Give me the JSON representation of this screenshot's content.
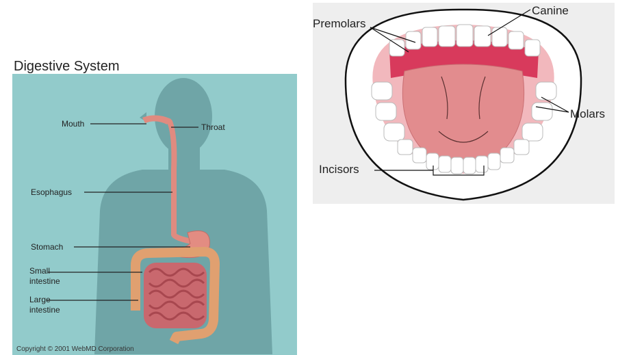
{
  "digestive": {
    "title": "Digestive System",
    "labels": {
      "mouth": "Mouth",
      "throat": "Throat",
      "esophagus": "Esophagus",
      "stomach": "Stomach",
      "small_intestine_1": "Small",
      "small_intestine_2": "intestine",
      "large_intestine_1": "Large",
      "large_intestine_2": "intestine"
    },
    "copyright": "Copyright © 2001 WebMD Corporation",
    "colors": {
      "background": "#92cbcb",
      "silhouette": "#6fa5a7",
      "organ": "#e08b80",
      "large_intestine": "#e0a070"
    }
  },
  "mouth": {
    "labels": {
      "premolars": "Premolars",
      "canine": "Canine",
      "molars": "Molars",
      "incisors": "Incisors"
    },
    "colors": {
      "palate": "#d83a5c",
      "tongue": "#e28c8e",
      "gum": "#f2b8bd",
      "teeth": "#ffffff"
    }
  }
}
